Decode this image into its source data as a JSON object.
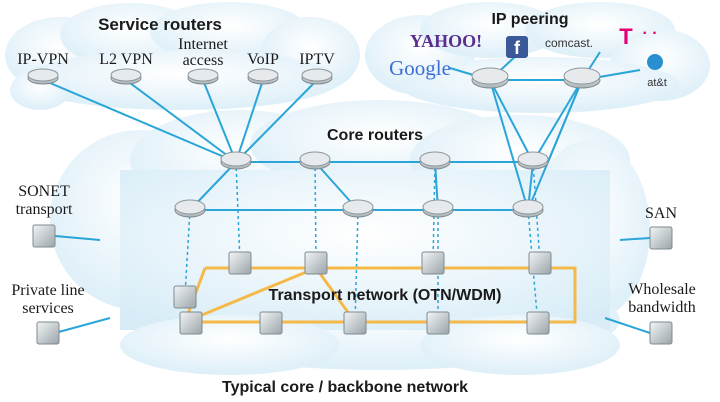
{
  "title": "Typical core / backbone network",
  "service_routers": {
    "title": "Service routers",
    "labels": [
      "IP-VPN",
      "L2 VPN",
      "Internet",
      "access",
      "VoIP",
      "IPTV"
    ]
  },
  "ip_peering": {
    "title": "IP peering",
    "brands": {
      "yahoo": "YAHOO!",
      "google": "Google",
      "facebook": "f",
      "comcast": "comcast.",
      "tmobile": "T",
      "tmobile_dots": "· ·",
      "att": "at&t"
    }
  },
  "core": {
    "title": "Core routers"
  },
  "transport": {
    "title": "Transport network (OTN/WDM)"
  },
  "side_labels": {
    "sonet": [
      "SONET",
      "transport"
    ],
    "private": [
      "Private line",
      "services"
    ],
    "san": "SAN",
    "wholesale": [
      "Wholesale",
      "bandwidth"
    ]
  },
  "colors": {
    "cloud": "#e3f2f9",
    "cloud_edge": "#cfe6f2",
    "link": "#2aa5d8",
    "ring": "#f5b94a",
    "router_top": "#d9dfe2",
    "router_side": "#7f8a90"
  }
}
